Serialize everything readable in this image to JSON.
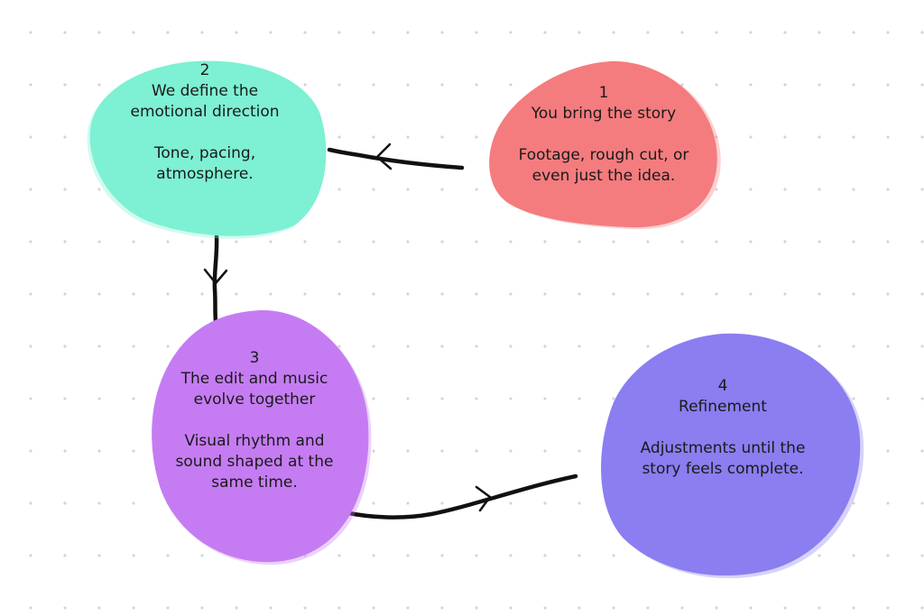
{
  "colors": {
    "step1": "#f47c7e",
    "step2": "#7ef0d3",
    "step3": "#c57cf2",
    "step4": "#8a7ef0",
    "arrow": "#111111"
  },
  "steps": [
    {
      "number": "1",
      "title_lines": [
        "You bring the story"
      ],
      "body_lines": [
        "Footage, rough cut, or",
        "even just the idea."
      ]
    },
    {
      "number": "2",
      "title_lines": [
        "We define the",
        "emotional direction"
      ],
      "body_lines": [
        "Tone, pacing,",
        "atmosphere."
      ]
    },
    {
      "number": "3",
      "title_lines": [
        "The edit and music",
        "evolve together"
      ],
      "body_lines": [
        "Visual rhythm and",
        "sound shaped at the",
        "same time."
      ]
    },
    {
      "number": "4",
      "title_lines": [
        "Refinement"
      ],
      "body_lines": [
        "Adjustments until the",
        "story feels complete."
      ]
    }
  ]
}
